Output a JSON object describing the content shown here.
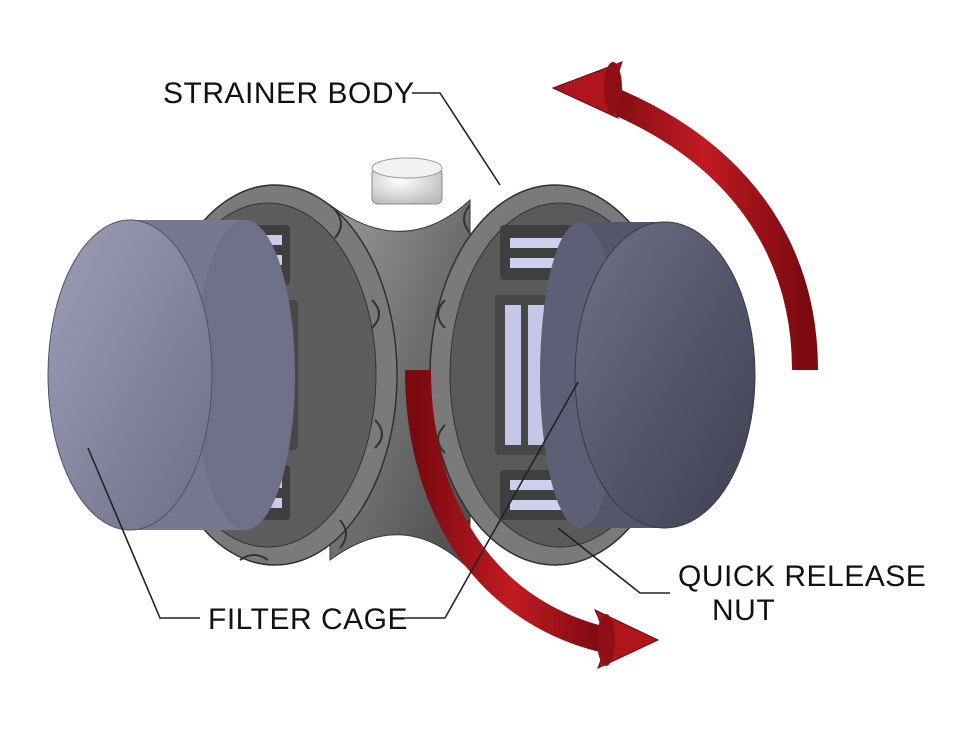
{
  "labels": {
    "strainer_body": "STRAINER BODY",
    "filter_cage": "FILTER CAGE",
    "quick_release_line1": "QUICK RELEASE",
    "quick_release_line2": "NUT"
  },
  "colors": {
    "rotation_arrow": "#a4121a",
    "cap_face": "#7f7f9a",
    "strainer_body": "#7b7b7b",
    "cage_slots": "#c9ccea"
  },
  "icons": [
    "rotation-arrow-upper",
    "rotation-arrow-lower"
  ]
}
